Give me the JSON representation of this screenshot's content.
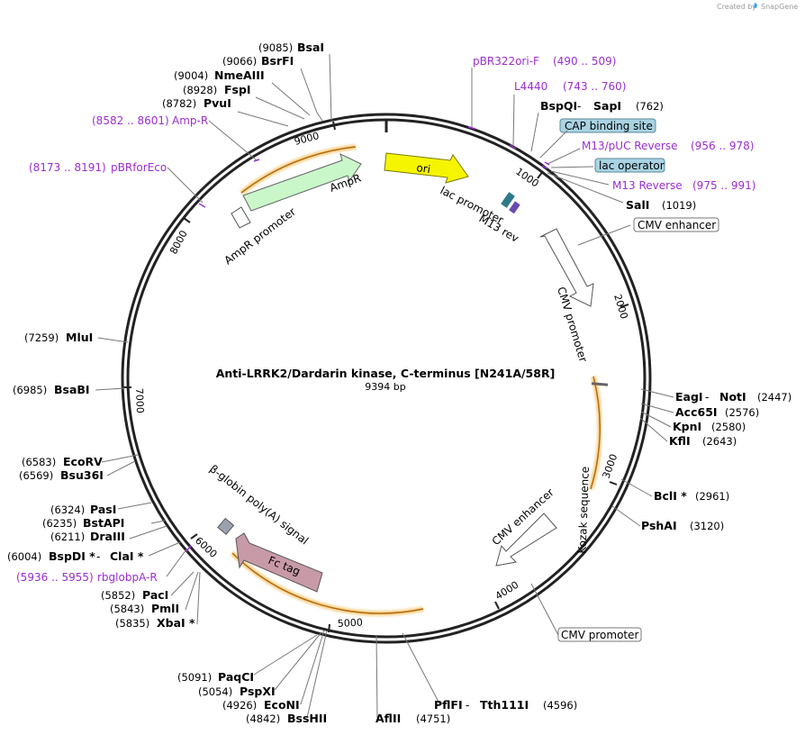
{
  "credit": {
    "created_by": "Created by",
    "brand": "SnapGene"
  },
  "plasmid": {
    "name": "Anti-LRRK2/Dardarin kinase, C-terminus [N241A/58R]",
    "length": "9394 bp"
  },
  "ticks": [
    "1000",
    "2000",
    "3000",
    "4000",
    "5000",
    "6000",
    "7000",
    "8000",
    "9000"
  ],
  "features": {
    "ori": "ori",
    "ampr": "AmpR",
    "ampr_promoter": "AmpR promoter",
    "lac_promoter": "lac promoter",
    "m13_rev": "M13 rev",
    "cmv_promoter": "CMV promoter",
    "kozak": "Kozak sequence",
    "cmv_enhancer": "CMV enhancer",
    "fc_tag": "Fc tag",
    "polya": "β-globin poly(A) signal"
  },
  "boxed": {
    "cap": "CAP binding site",
    "lac_operator": "lac operator",
    "cmv_enhancer": "CMV enhancer",
    "cmv_promoter": "CMV promoter"
  },
  "primers": [
    {
      "name": "pBR322ori-F",
      "range": "(490 .. 509)"
    },
    {
      "name": "L4440",
      "range": "(743 .. 760)"
    },
    {
      "name": "M13/pUC Reverse",
      "range": "(956 .. 978)"
    },
    {
      "name": "M13 Reverse",
      "range": "(975 .. 991)"
    },
    {
      "name": "Amp-R",
      "range": "(8582 .. 8601)"
    },
    {
      "name": "pBRforEco",
      "range": "(8173 .. 8191)"
    },
    {
      "name": "rbglobpA-R",
      "range": "(5936 .. 5955)"
    }
  ],
  "enzymes": {
    "bsai": {
      "name": "BsaI",
      "pos": "(9085)"
    },
    "bsrfi": {
      "name": "BsrFI",
      "pos": "(9066)"
    },
    "nmeaiii": {
      "name": "NmeAIII",
      "pos": "(9004)"
    },
    "fspi": {
      "name": "FspI",
      "pos": "(8928)"
    },
    "pvui": {
      "name": "PvuI",
      "pos": "(8782)"
    },
    "bspqi_sapi": {
      "name": "BspQI",
      "name2": "SapI",
      "sep": " - ",
      "pos": "(762)"
    },
    "sali": {
      "name": "SalI",
      "pos": "(1019)"
    },
    "eagi_noti": {
      "name": "EagI",
      "name2": "NotI",
      "sep": " - ",
      "pos": "(2447)"
    },
    "acc65i": {
      "name": "Acc65I",
      "pos": "(2576)"
    },
    "kpni": {
      "name": "KpnI",
      "pos": "(2580)"
    },
    "kfli": {
      "name": "KflI",
      "pos": "(2643)"
    },
    "bcli": {
      "name": "BclI *",
      "pos": "(2961)"
    },
    "pshai": {
      "name": "PshAI",
      "pos": "(3120)"
    },
    "pflfi": {
      "name": "PflFI",
      "name2": "Tth111I",
      "sep": " - ",
      "pos": "(4596)"
    },
    "afliii": {
      "name": "AflII",
      "pos": "(4751)"
    },
    "bsshii": {
      "name": "BssHII",
      "pos": "(4842)"
    },
    "econi": {
      "name": "EcoNI",
      "pos": "(4926)"
    },
    "pspxi": {
      "name": "PspXI",
      "pos": "(5054)"
    },
    "paqci": {
      "name": "PaqCI",
      "pos": "(5091)"
    },
    "xbai": {
      "name": "XbaI *",
      "pos": "(5835)"
    },
    "pmli": {
      "name": "PmlI",
      "pos": "(5843)"
    },
    "paci": {
      "name": "PacI",
      "pos": "(5852)"
    },
    "bspdi": {
      "name": "BspDI *",
      "name2": "ClaI *",
      "sep": " - ",
      "pos": "(6004)"
    },
    "draiii": {
      "name": "DraIII",
      "pos": "(6211)"
    },
    "bstapi": {
      "name": "BstAPI",
      "pos": "(6235)"
    },
    "pasi": {
      "name": "PasI",
      "pos": "(6324)"
    },
    "bsu36i": {
      "name": "Bsu36I",
      "pos": "(6569)"
    },
    "ecorv": {
      "name": "EcoRV",
      "pos": "(6583)"
    },
    "bsabi": {
      "name": "BsaBI",
      "pos": "(6985)"
    },
    "mlui": {
      "name": "MluI",
      "pos": "(7259)"
    }
  }
}
